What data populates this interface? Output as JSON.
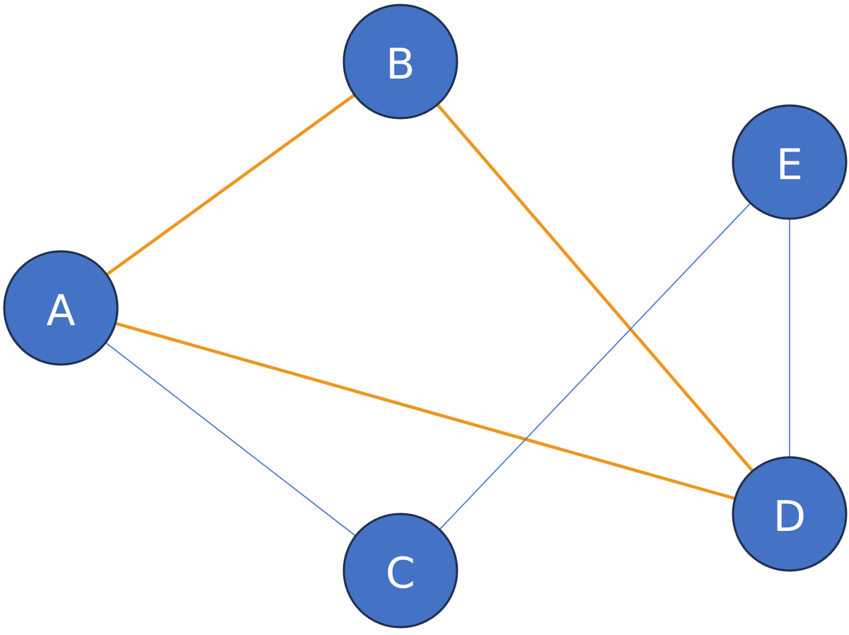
{
  "graph": {
    "colors": {
      "node_fill": "#4472c4",
      "node_stroke": "#1f2f4f",
      "label": "#ffffff",
      "highlighted_edge": "#ed961f",
      "regular_edge": "#4472c4"
    },
    "nodes": [
      {
        "id": "A",
        "label": "A"
      },
      {
        "id": "B",
        "label": "B"
      },
      {
        "id": "C",
        "label": "C"
      },
      {
        "id": "D",
        "label": "D"
      },
      {
        "id": "E",
        "label": "E"
      }
    ],
    "edges": [
      {
        "from": "A",
        "to": "B",
        "highlighted": true
      },
      {
        "from": "A",
        "to": "D",
        "highlighted": true
      },
      {
        "from": "B",
        "to": "D",
        "highlighted": true
      },
      {
        "from": "A",
        "to": "C",
        "highlighted": false
      },
      {
        "from": "C",
        "to": "E",
        "highlighted": false
      },
      {
        "from": "E",
        "to": "D",
        "highlighted": false
      }
    ]
  }
}
